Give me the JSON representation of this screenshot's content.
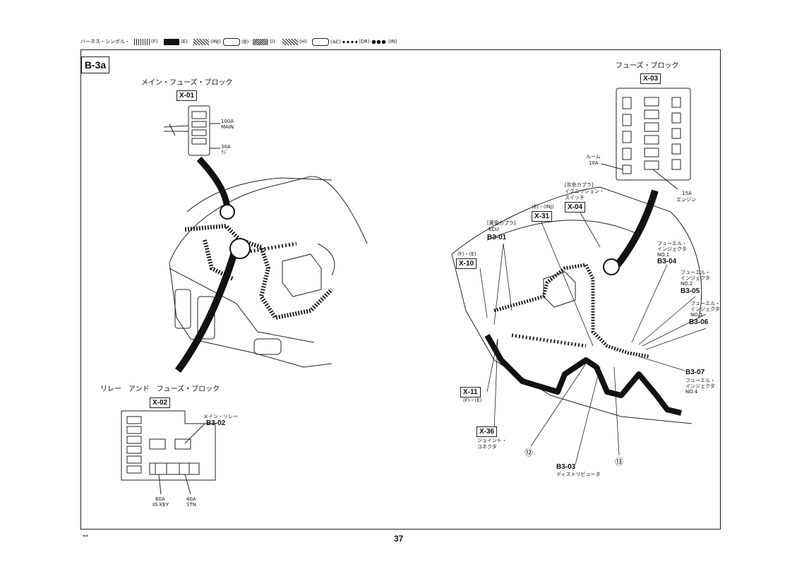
{
  "legend": {
    "prefix": "ハーネス・シンボル・",
    "items": [
      {
        "code": "(F)",
        "pattern": "dots"
      },
      {
        "code": "(E)",
        "pattern": "solid"
      },
      {
        "code": "(INJ)",
        "pattern": "zigzag"
      },
      {
        "code": "(B)",
        "pattern": "circles"
      },
      {
        "code": "(I)",
        "pattern": "hatch"
      },
      {
        "code": "(H)",
        "pattern": "crosshatch"
      },
      {
        "code": "(AC)",
        "pattern": "rings"
      },
      {
        "code": "(DR)",
        "pattern": "dots-big"
      },
      {
        "code": "(IN)",
        "pattern": "beads"
      }
    ]
  },
  "page_tag": "B-3a",
  "page_number": "37",
  "corner_mark": "**",
  "main_fuse_block": {
    "title": "メイン・フューズ・ブロック",
    "code": "X-01",
    "labels": [
      "100A",
      "MAIN",
      "30A",
      "ﾗｼﾞ"
    ]
  },
  "relay_fuse_block": {
    "title": "リレー　アンド　フューズ・ブロック",
    "code": "X-02",
    "relay_label": "メイン・リレー",
    "relay_code": "B3-02",
    "fuse1": [
      "60A",
      "IG KEY"
    ],
    "fuse2": [
      "40A",
      "STN"
    ]
  },
  "fuse_block": {
    "title": "フューズ・ブロック",
    "code": "X-03",
    "room": [
      "ルーム",
      "10A"
    ],
    "engine": [
      "15A",
      "エンジン"
    ]
  },
  "connectors": {
    "x04": {
      "note": [
        "[灰色カプラ]",
        "イグニッション・",
        "スイッチ"
      ],
      "code": "X-04"
    },
    "x31": {
      "note": "(E)・(INJ)",
      "code": "X-31"
    },
    "b301": {
      "note": [
        "[黄色カプラ]",
        "ECU"
      ],
      "code": "B3-01"
    },
    "x10": {
      "note": "(F)・(E)",
      "code": "X-10"
    },
    "x11": {
      "note": "(F)・(E)",
      "code": "X-11"
    },
    "x36": {
      "code": "X-36",
      "note": [
        "ジョイント・",
        "コネクタ"
      ]
    },
    "b303": {
      "code": "B3-03",
      "note": "ディストリビュータ"
    },
    "circle12": "⑫",
    "circle13": "⑬"
  },
  "injectors": [
    {
      "label": [
        "フューエル・",
        "インジェクタ",
        "NO.1"
      ],
      "code": "B3-04"
    },
    {
      "label": [
        "フューエル・",
        "インジェクタ",
        "NO.2"
      ],
      "code": "B3-05"
    },
    {
      "label": [
        "フューエル・",
        "インジェクタ",
        "NO.3"
      ],
      "code": "B3-06"
    },
    {
      "label": [
        "フューエル・",
        "インジェクタ",
        "NO.4"
      ],
      "code": "B3-07"
    }
  ]
}
